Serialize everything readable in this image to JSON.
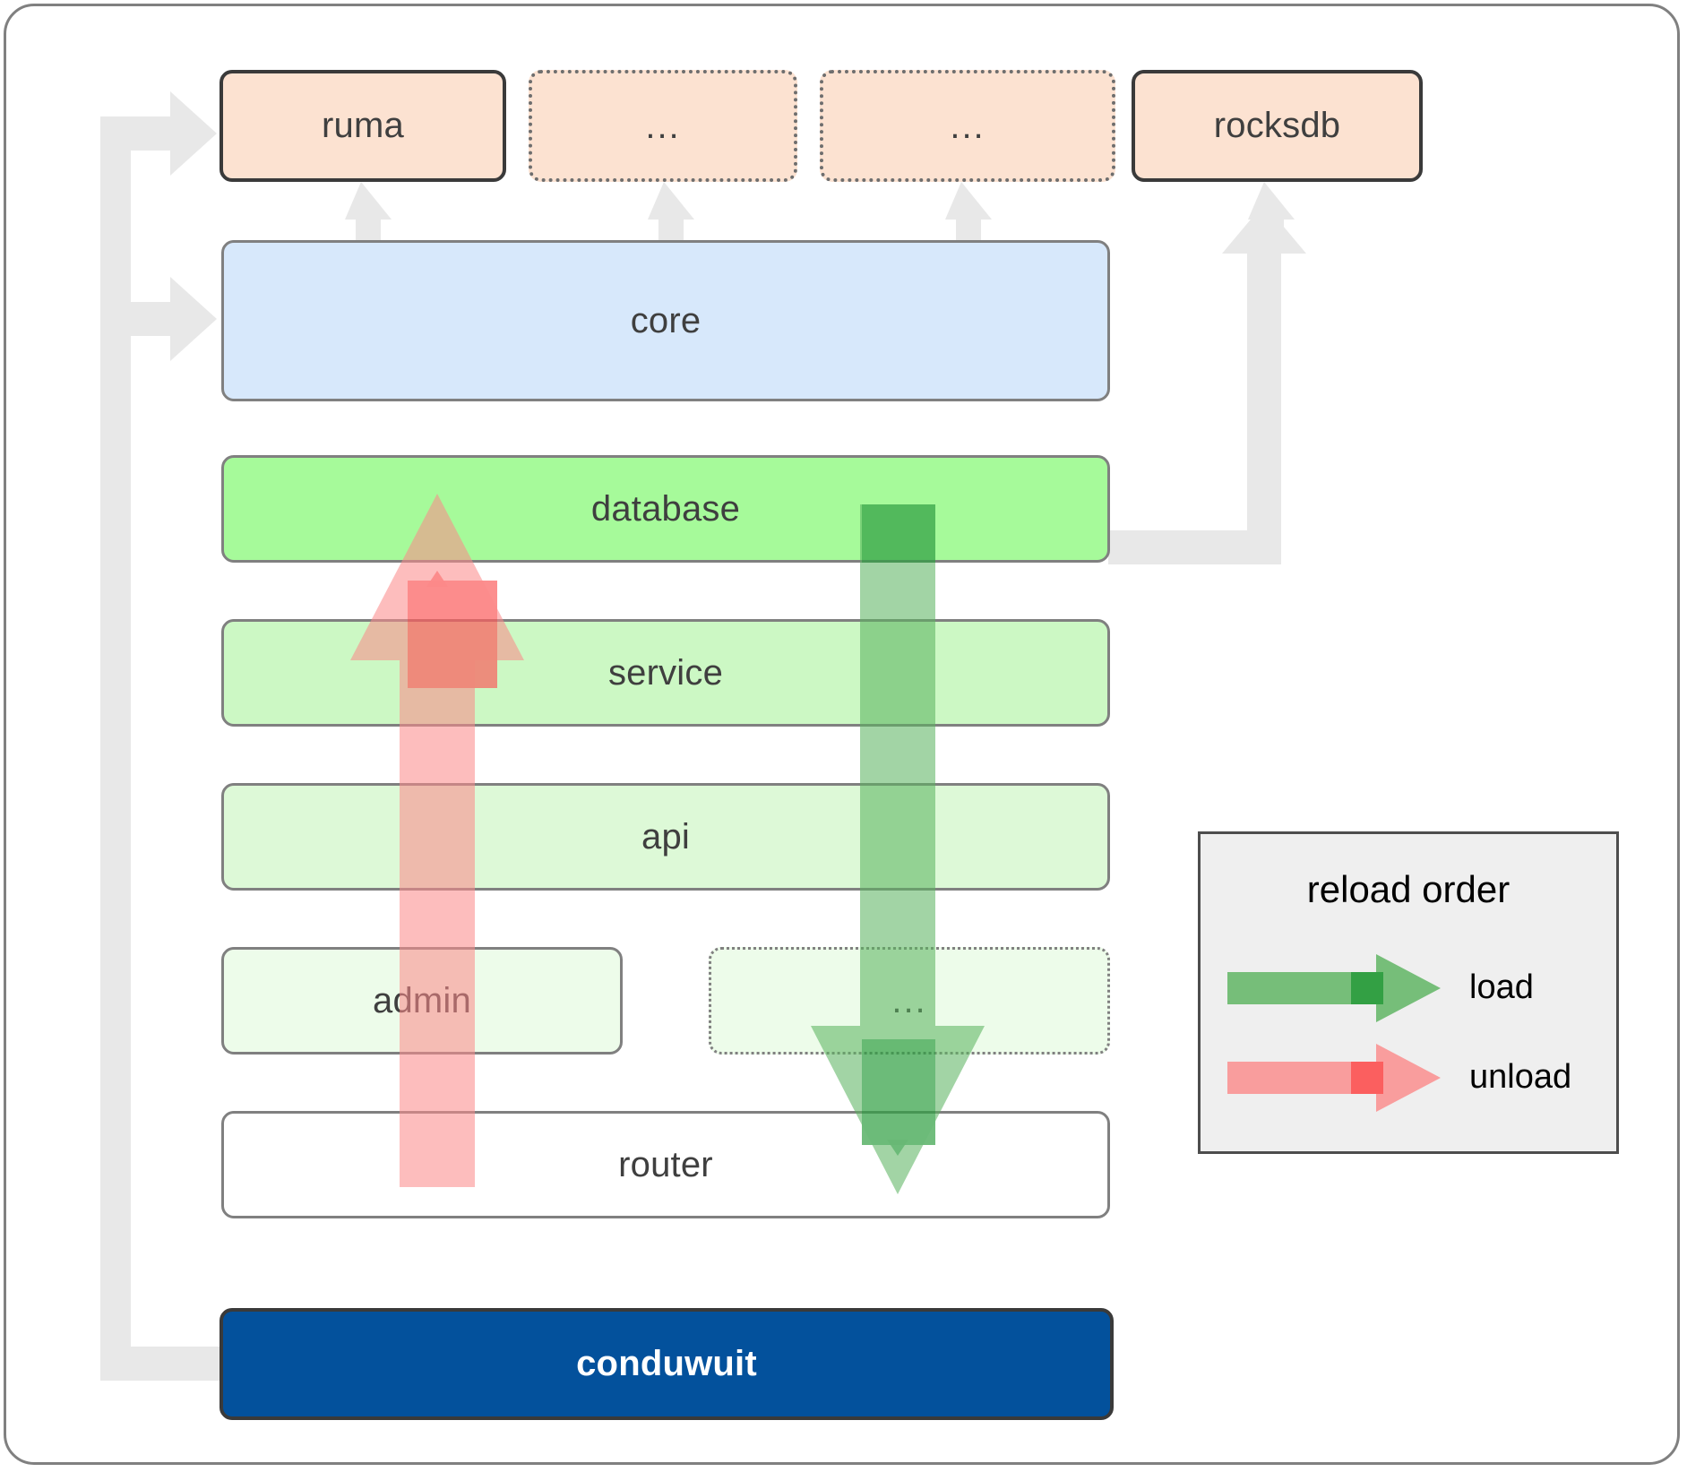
{
  "diagram": {
    "title": "conduwuit crate dependency / reload order diagram",
    "colors": {
      "frame_border": "#808080",
      "external_fill": "#fce2d1",
      "external_border": "#3a3a3a",
      "core_fill": "#d7e8fb",
      "database_fill": "#a6fa9a",
      "service_fill": "#ccf8c4",
      "api_fill": "#ddf9d7",
      "admin_fill": "#edfcea",
      "router_fill": "#ffffff",
      "conduwuit_fill": "#03519c",
      "conduwuit_text": "#ffffff",
      "connector_gray": "#e8e8e8",
      "load_green": "#5bb35f",
      "load_green_dark": "#2f9e41",
      "unload_red": "#fb8b8b",
      "unload_red_dark": "#fb5c5c",
      "legend_fill": "#efefef",
      "legend_border": "#4d4d4d",
      "node_text": "#3f3f3f"
    },
    "external_row": [
      {
        "id": "ruma",
        "label": "ruma",
        "style": "solid"
      },
      {
        "id": "ext1",
        "label": "...",
        "style": "dotted"
      },
      {
        "id": "ext2",
        "label": "...",
        "style": "dotted"
      },
      {
        "id": "rocksdb",
        "label": "rocksdb",
        "style": "solid"
      }
    ],
    "stack": [
      {
        "id": "core",
        "label": "core",
        "style": "solid"
      },
      {
        "id": "database",
        "label": "database",
        "style": "solid"
      },
      {
        "id": "service",
        "label": "service",
        "style": "solid"
      },
      {
        "id": "api",
        "label": "api",
        "style": "solid"
      }
    ],
    "split_row": [
      {
        "id": "admin",
        "label": "admin",
        "style": "solid"
      },
      {
        "id": "more",
        "label": "...",
        "style": "dotted"
      }
    ],
    "router": {
      "id": "router",
      "label": "router",
      "style": "solid"
    },
    "binary": {
      "id": "conduwuit",
      "label": "conduwuit",
      "style": "solid"
    },
    "legend": {
      "title": "reload order",
      "entries": [
        {
          "id": "load",
          "label": "load",
          "color": "#5bb35f",
          "direction": "down"
        },
        {
          "id": "unload",
          "label": "unload",
          "color": "#fb8b8b",
          "direction": "up"
        }
      ]
    },
    "arrows": {
      "load": {
        "label": "load",
        "from": "database",
        "to": "router",
        "color": "#5bb35f"
      },
      "unload": {
        "label": "unload",
        "from": "router",
        "to": "database",
        "color": "#fb8b8b"
      }
    }
  }
}
